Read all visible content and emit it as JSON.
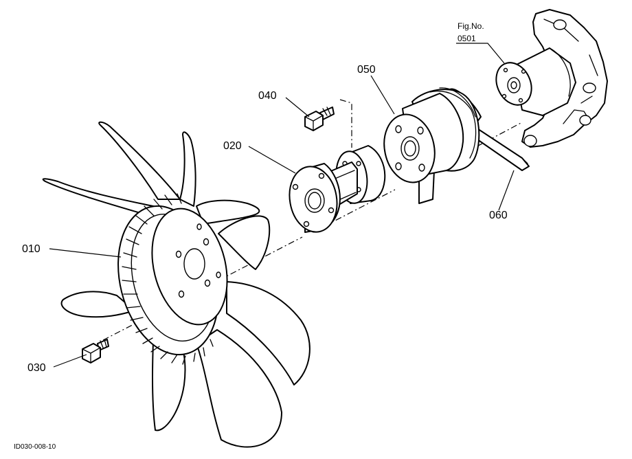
{
  "figure_reference": {
    "title": "Fig.No.",
    "number": "0501"
  },
  "callouts": [
    {
      "id": "010",
      "part": "fan"
    },
    {
      "id": "020",
      "part": "spacer-flange"
    },
    {
      "id": "030",
      "part": "bolt"
    },
    {
      "id": "040",
      "part": "bolt"
    },
    {
      "id": "050",
      "part": "fan-pulley"
    },
    {
      "id": "060",
      "part": "v-belt"
    }
  ],
  "drawing_code": "ID030-008-10"
}
